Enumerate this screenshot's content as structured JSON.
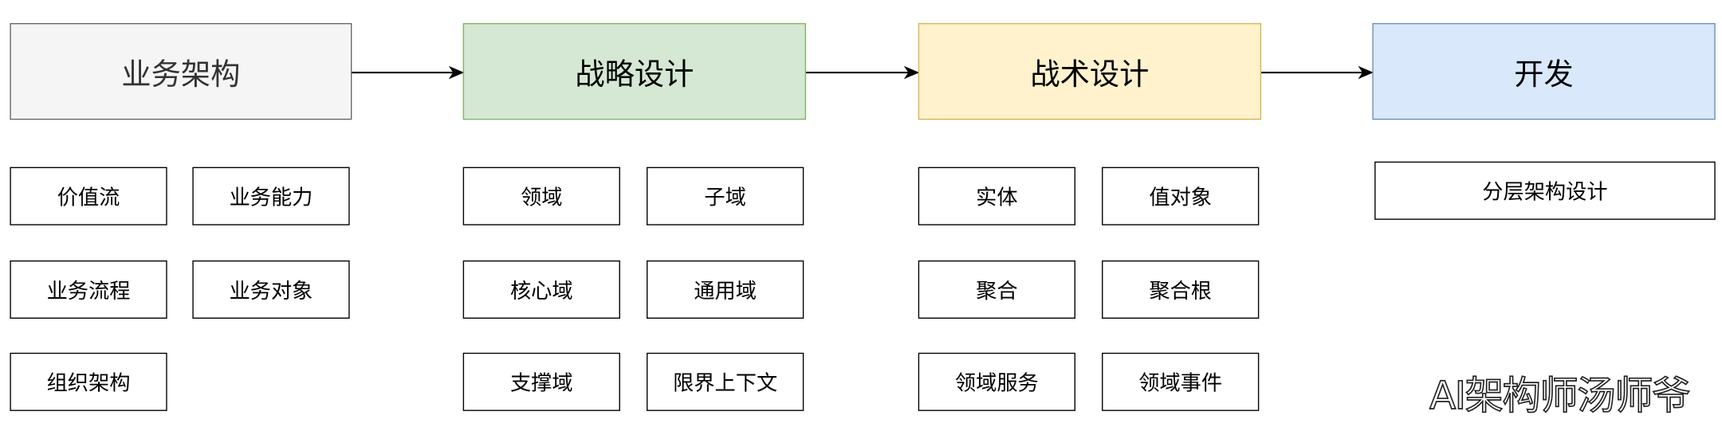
{
  "columns": [
    {
      "header": "业务架构",
      "items": [
        "价值流",
        "业务能力",
        "业务流程",
        "业务对象",
        "组织架构"
      ]
    },
    {
      "header": "战略设计",
      "items": [
        "领域",
        "子域",
        "核心域",
        "通用域",
        "支撑域",
        "限界上下文"
      ]
    },
    {
      "header": "战术设计",
      "items": [
        "实体",
        "值对象",
        "聚合",
        "聚合根",
        "领域服务",
        "领域事件"
      ]
    },
    {
      "header": "开发",
      "items": [
        "分层架构设计"
      ]
    }
  ],
  "watermark": "AI架构师汤师爷",
  "colors": {
    "business_fill": "#f5f5f5",
    "business_stroke": "#666666",
    "strategic_fill": "#d5e8d4",
    "strategic_stroke": "#82b366",
    "tactical_fill": "#fff2cc",
    "tactical_stroke": "#d6b656",
    "development_fill": "#dae8fc",
    "development_stroke": "#6c8ebf"
  }
}
